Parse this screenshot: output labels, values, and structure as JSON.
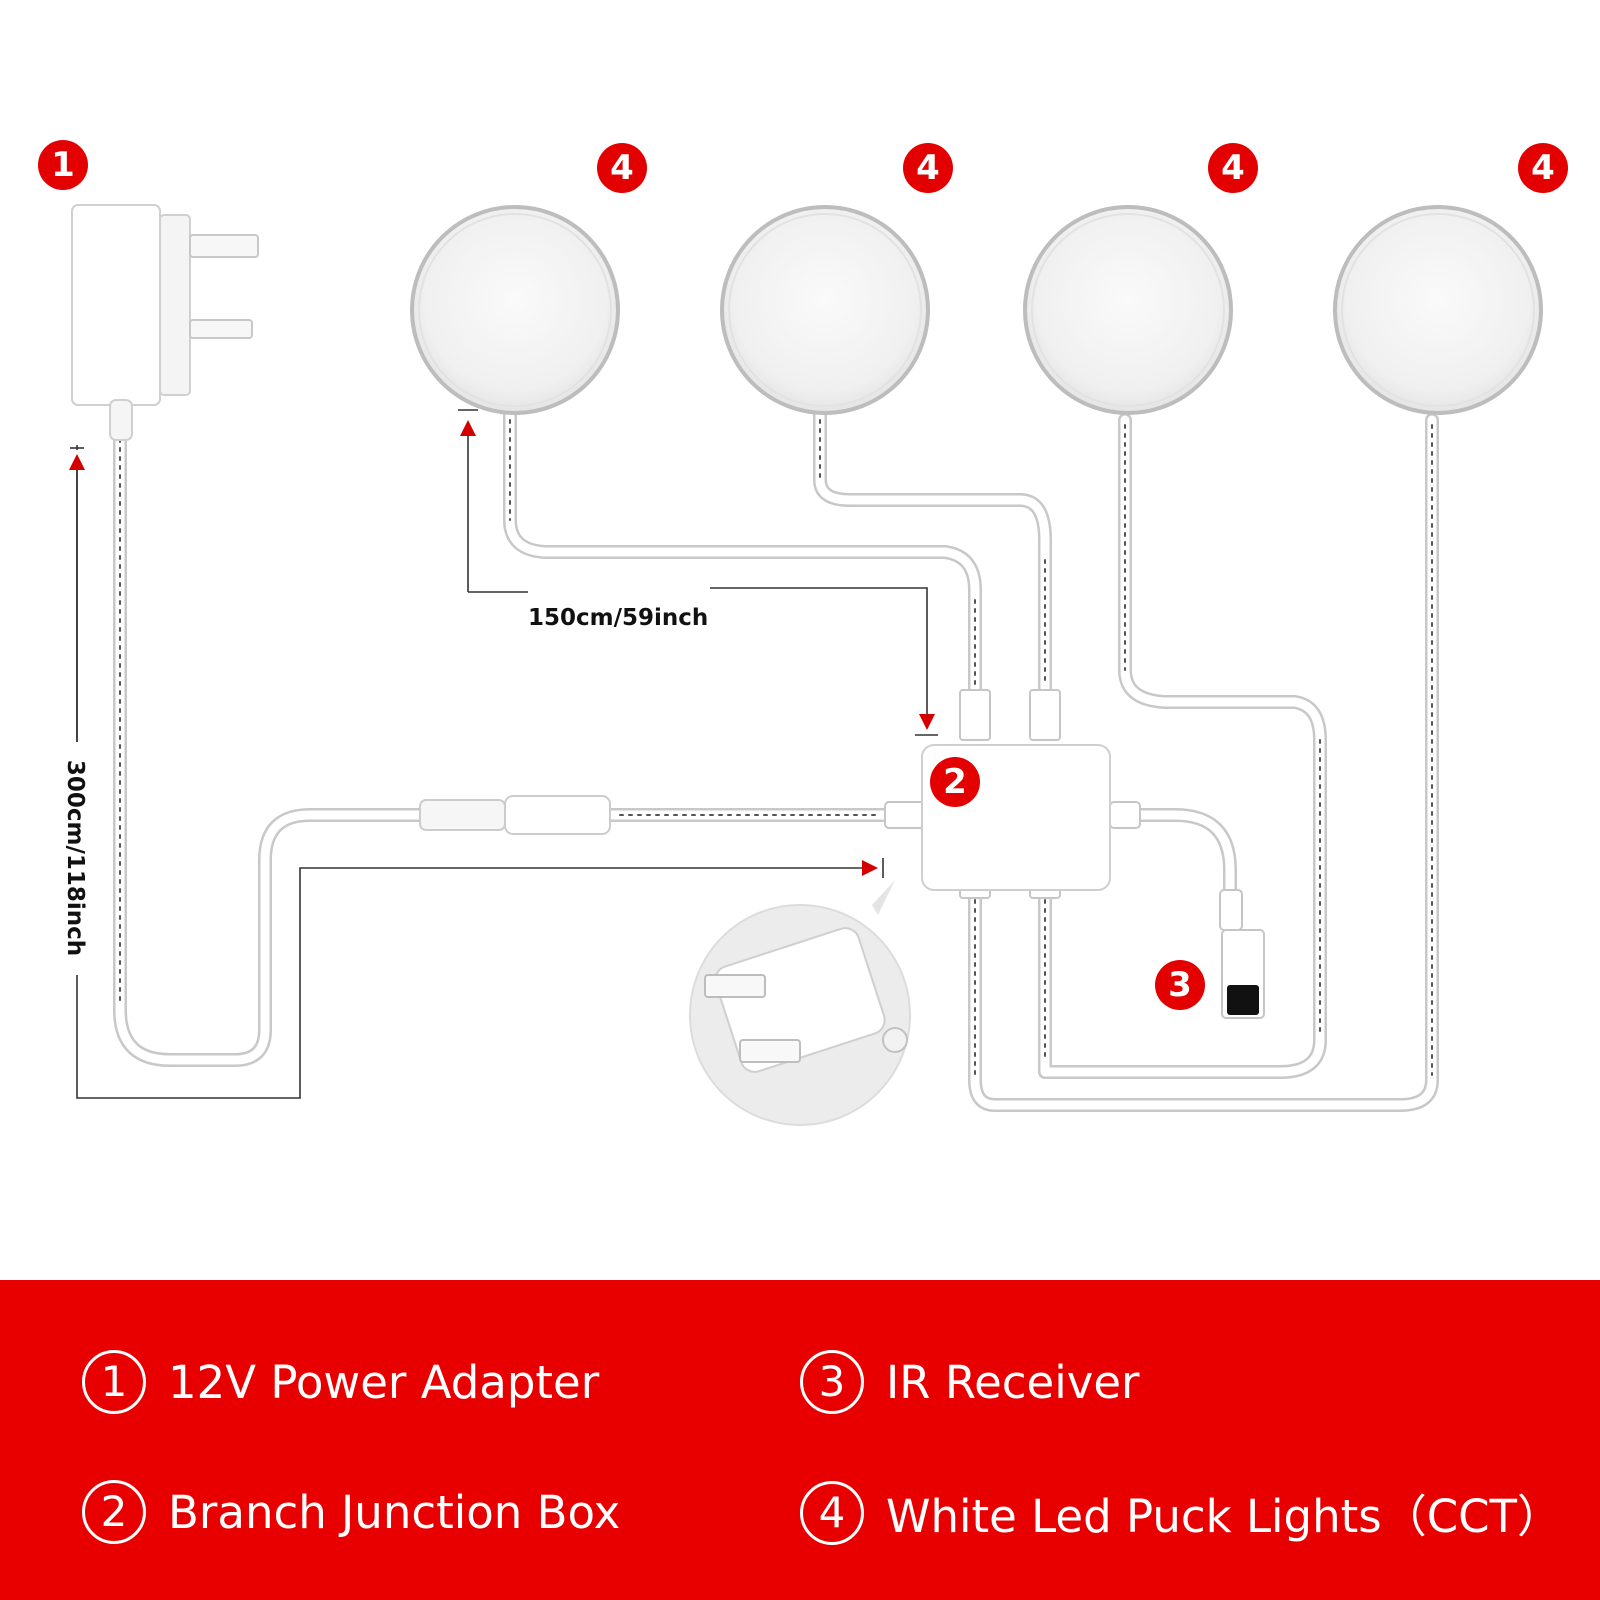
{
  "badges": {
    "adapter": "1",
    "puck1": "4",
    "puck2": "4",
    "puck3": "4",
    "puck4": "4",
    "junction": "2",
    "receiver": "3"
  },
  "dimensions": {
    "vertical": "300cm/118inch",
    "horizontal": "150cm/59inch"
  },
  "legend": {
    "items": [
      {
        "num": "1",
        "label": "12V Power Adapter"
      },
      {
        "num": "3",
        "label": "IR Receiver"
      },
      {
        "num": "2",
        "label": "Branch Junction Box"
      },
      {
        "num": "4",
        "label": "White Led Puck Lights（CCT）"
      }
    ]
  },
  "colors": {
    "accent": "#e30000",
    "legend_bg": "#e80000"
  }
}
